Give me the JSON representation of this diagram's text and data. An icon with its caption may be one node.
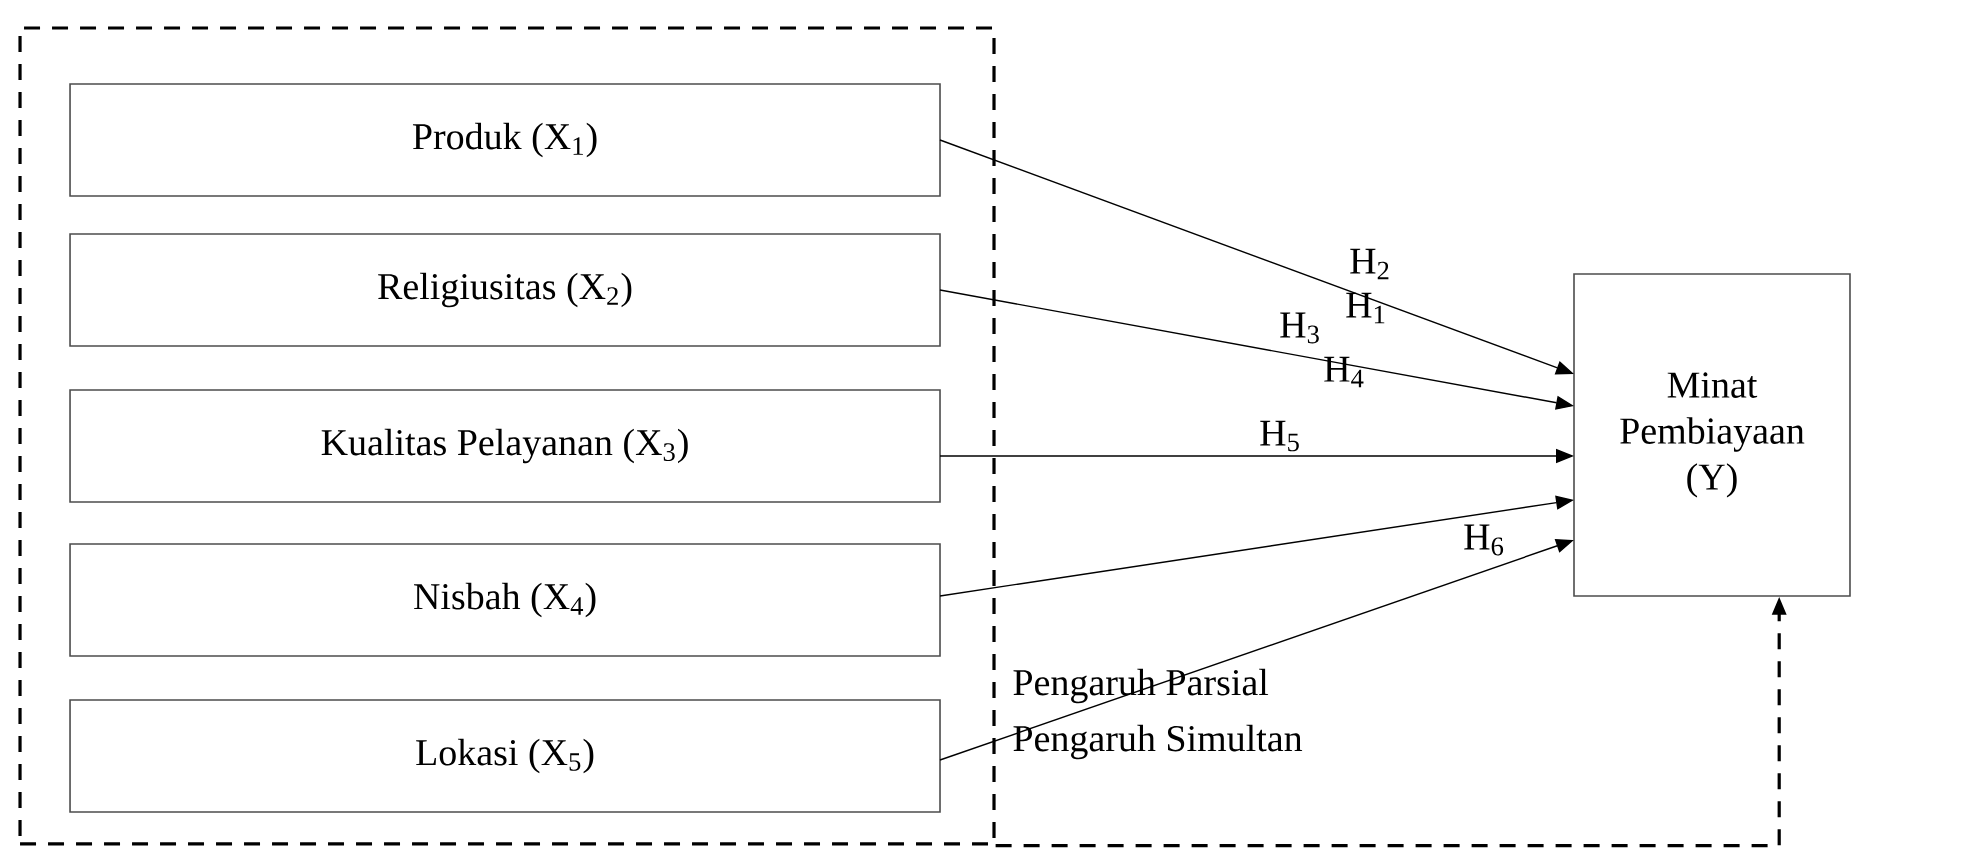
{
  "diagram": {
    "nodes": [
      {
        "text": [],
        "shape": "box"
      },
      {
        "text": [
          "Produk (X$_{1}$)"
        ],
        "in": 0
      },
      {
        "text": [
          "Religiusitas (X$_{2}$)"
        ],
        "in": 0
      },
      {
        "text": [
          "Kualitas Pelayanan (X$_{3}$)"
        ],
        "in": 0
      },
      {
        "text": [
          "Nisbah (X$_{4}$)"
        ],
        "in": 0
      },
      {
        "text": [
          "Lokasi (X$_{5}$)"
        ],
        "in": 0
      },
      {
        "text": [
          "Minat Pembiayaan (Y)"
        ]
      }
    ],
    "edges": [
      {
        "from": 1,
        "to": 6,
        "arrow": "to"
      },
      {
        "from": 2,
        "to": 6,
        "arrow": "to"
      },
      {
        "from": 3,
        "to": 6,
        "arrow": "to"
      },
      {
        "from": 4,
        "to": 6,
        "arrow": "to"
      },
      {
        "from": 5,
        "to": 6,
        "arrow": "to"
      },
      {
        "from": 0,
        "to": 6,
        "arrow": "to",
        "style": "dashed"
      }
    ],
    "labels": [
      "H$_{2}$",
      "H$_{1}$",
      "H$_{3}$",
      "H$_{4}$",
      "H$_{5}$",
      "H$_{6}$",
      "Pengaruh Parsial",
      "Pengaruh Simultan"
    ]
  }
}
